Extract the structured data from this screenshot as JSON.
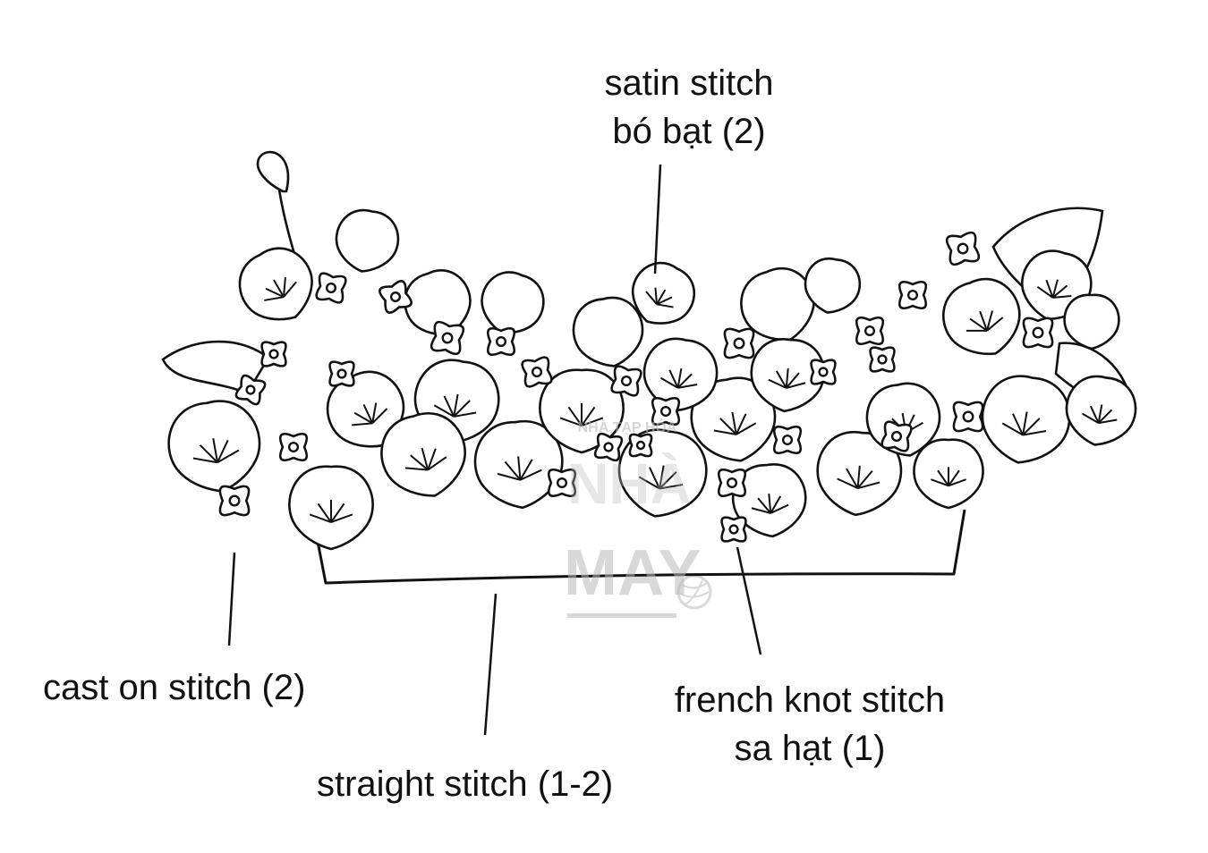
{
  "labels": {
    "satin_line1": "satin stitch",
    "satin_line2": "bó bạt (2)",
    "cast_on": "cast on stitch (2)",
    "straight": "straight stitch (1-2)",
    "french_line1": "french knot stitch",
    "french_line2": "sa hạt (1)"
  },
  "watermark": {
    "top": "NHÀ TẠP HÓA",
    "line1": "NHÀ",
    "line2": "MAY"
  },
  "colors": {
    "ink": "#111111",
    "watermark": "#b9b9b9",
    "background": "#ffffff"
  }
}
